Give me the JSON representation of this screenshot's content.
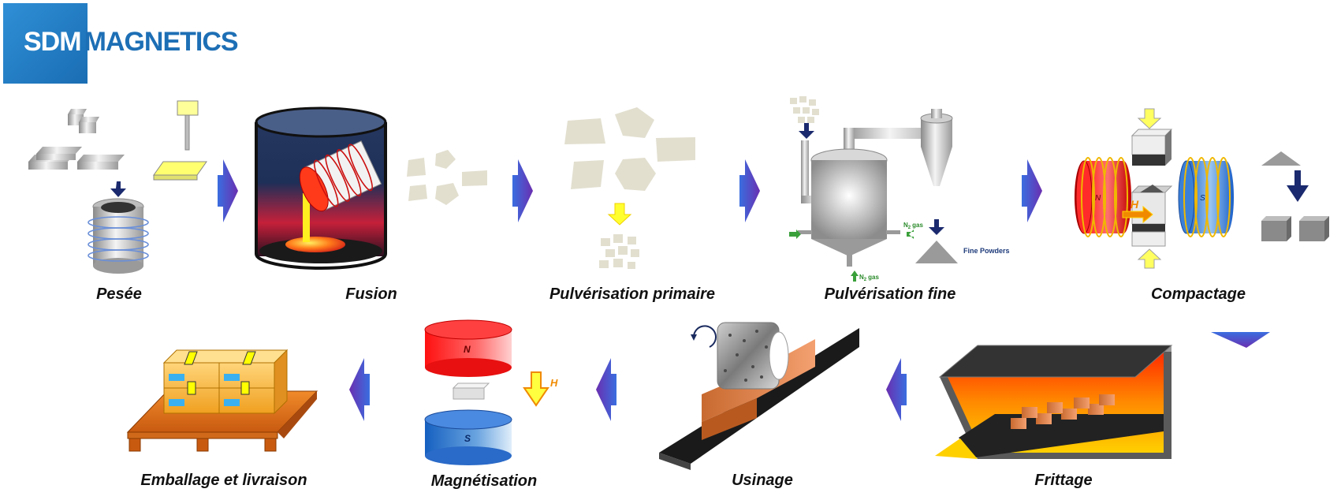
{
  "brand": {
    "part1": "SDM",
    "part2": "MAGNETICS"
  },
  "steps": [
    {
      "id": "pesee",
      "label": "Pesée"
    },
    {
      "id": "fusion",
      "label": "Fusion"
    },
    {
      "id": "pulv-primaire",
      "label": "Pulvérisation primaire"
    },
    {
      "id": "pulv-fine",
      "label": "Pulvérisation fine"
    },
    {
      "id": "compactage",
      "label": "Compactage"
    },
    {
      "id": "frittage",
      "label": "Frittage"
    },
    {
      "id": "usinage",
      "label": "Usinage"
    },
    {
      "id": "magnetisation",
      "label": "Magnétisation"
    },
    {
      "id": "emballage",
      "label": "Emballage et livraison"
    }
  ],
  "fine_powder": {
    "gas_in": "N",
    "gas_sub": "2",
    "gas_word": "gas",
    "output": "Fine Powders"
  },
  "compactage": {
    "pole_n": "N",
    "pole_s": "S",
    "field": "H"
  },
  "magnetisation": {
    "pole_n": "N",
    "pole_s": "S",
    "field": "H"
  },
  "colors": {
    "arrow": "#4a56c8",
    "arrow_light": "#7a3fb8",
    "brand": "#1d6fb5",
    "flake": "#e2dfcf"
  }
}
